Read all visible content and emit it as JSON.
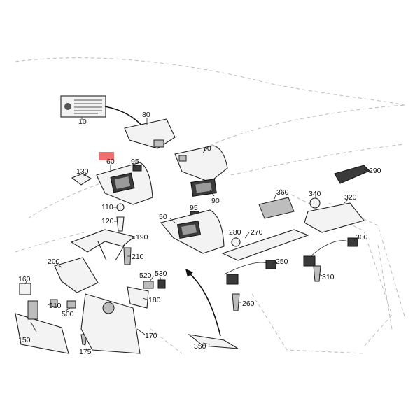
{
  "diagram": {
    "callouts": {
      "p10": "10",
      "p50": "50",
      "p60": "60",
      "p70": "70",
      "p80": "80",
      "p90": "90",
      "p95a": "95",
      "p95b": "95",
      "p110": "110",
      "p120": "120",
      "p130": "130",
      "p150": "150",
      "p160": "160",
      "p170": "170",
      "p175": "175",
      "p180": "180",
      "p190": "190",
      "p200": "200",
      "p210": "210",
      "p250": "250",
      "p260": "260",
      "p270": "270",
      "p280": "280",
      "p290": "290",
      "p300": "300",
      "p310": "310",
      "p320": "320",
      "p340": "340",
      "p350": "350",
      "p360": "360",
      "p500": "500",
      "p510": "510",
      "p520": "520",
      "p530": "530"
    },
    "colors": {
      "highlight": "#ef7070",
      "line": "#222222",
      "ghost": "#bcbcbc"
    }
  }
}
